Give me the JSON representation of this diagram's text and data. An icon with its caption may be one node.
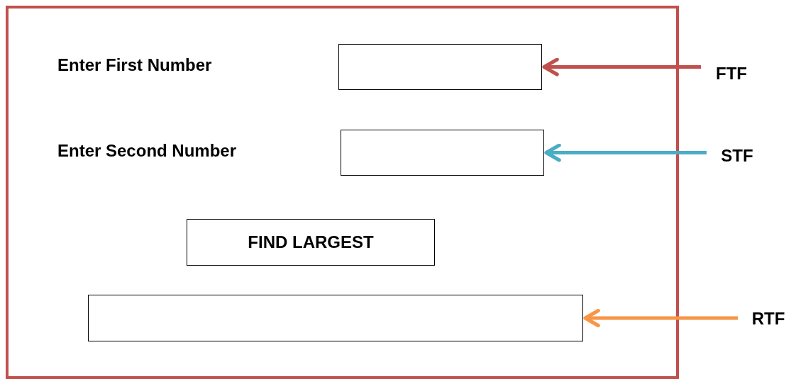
{
  "diagram": {
    "nodes": [
      {
        "text": [],
        "shape": "box"
      },
      {
        "text": [],
        "shape": "box",
        "in": 0
      },
      {
        "text": [],
        "shape": "box",
        "in": 0
      },
      {
        "text": [
          "FIND LARGEST"
        ],
        "in": 0
      },
      {
        "text": [],
        "shape": "box",
        "in": 0
      },
      {
        "text": [
          "FTF"
        ]
      },
      {
        "text": [
          "STF"
        ]
      },
      {
        "text": [
          "RTF"
        ]
      }
    ],
    "edges": [
      {
        "from": 5,
        "to": 1,
        "arrow": "to",
        "color": "#c0504d"
      },
      {
        "from": 6,
        "to": 2,
        "arrow": "to",
        "color": "#4bacc6"
      },
      {
        "from": 7,
        "to": 4,
        "arrow": "to",
        "color": "#f79646"
      }
    ],
    "labels": [
      "Enter First Number",
      "Enter Second Number"
    ]
  }
}
